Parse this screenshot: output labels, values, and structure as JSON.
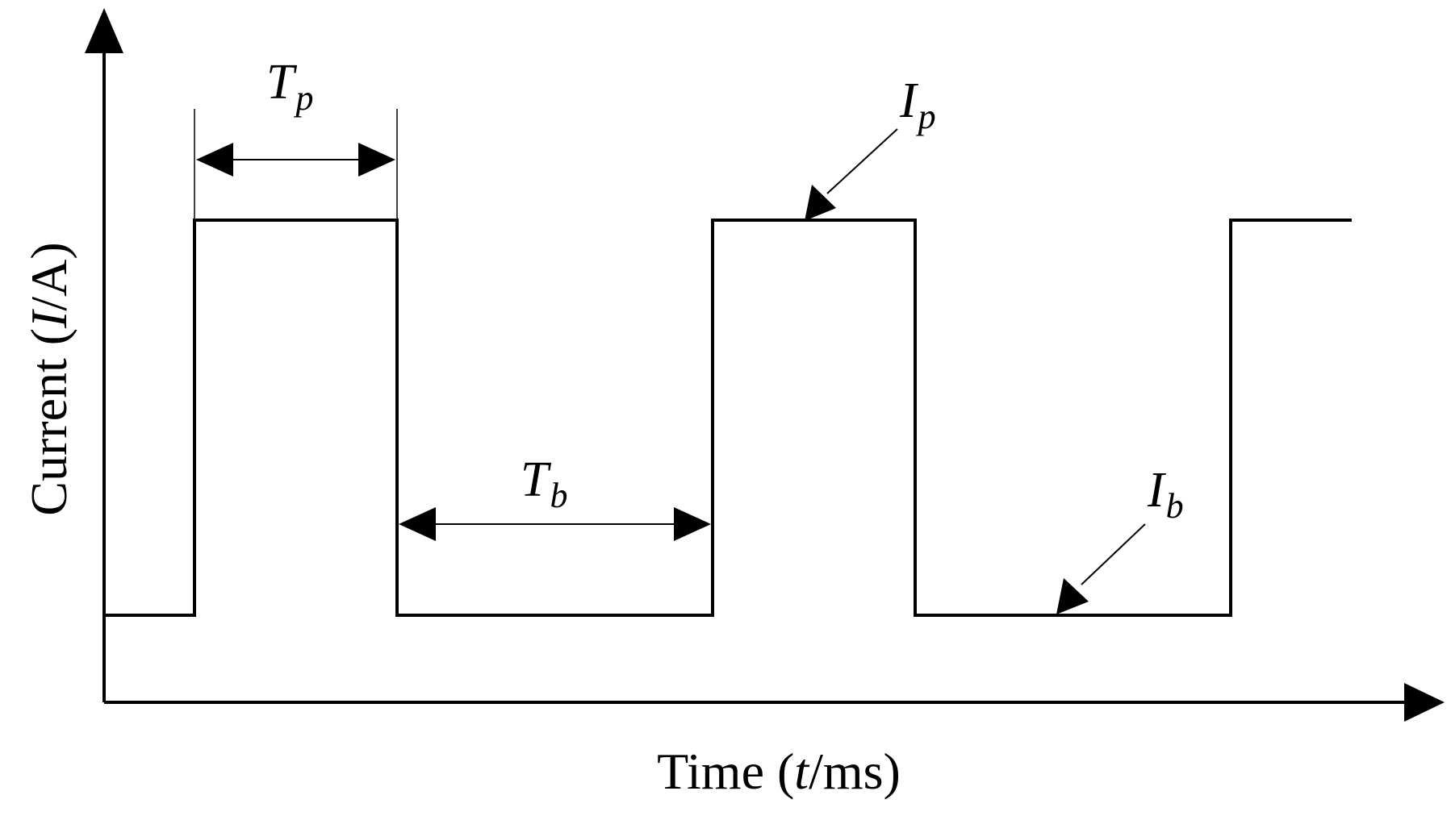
{
  "diagram": {
    "y_axis": {
      "prefix": "Current (",
      "var": "I",
      "suffix": "/A)"
    },
    "x_axis": {
      "prefix": "Time (",
      "var": "t",
      "suffix": "/ms)"
    },
    "pulse_duration": {
      "main": "T",
      "sub": "p"
    },
    "base_duration": {
      "main": "T",
      "sub": "b"
    },
    "peak_current": {
      "main": "I",
      "sub": "p"
    },
    "base_current": {
      "main": "I",
      "sub": "b"
    }
  }
}
